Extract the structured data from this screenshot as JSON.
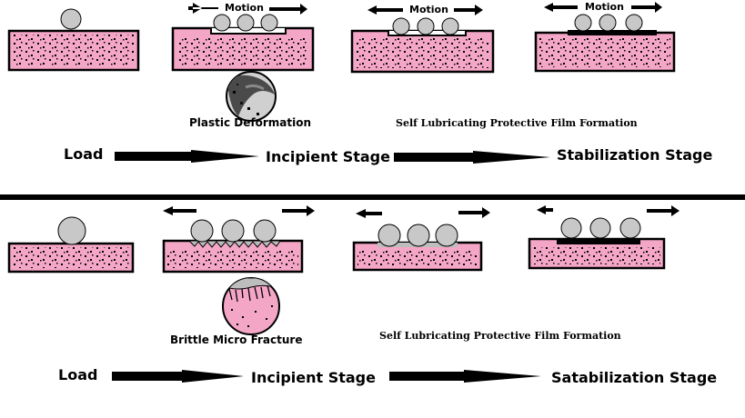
{
  "top": {
    "motion_labels": [
      "Motion",
      "Motion",
      "Motion"
    ],
    "inset_caption": "Plastic Deformation",
    "film_caption": "Self Lubricating Protective Film Formation",
    "flow": {
      "load": "Load",
      "incipient": "Incipient Stage",
      "final": "Stabilization Stage"
    }
  },
  "bottom": {
    "inset_caption": "Brittle Micro Fracture",
    "film_caption": "Self Lubricating Protective Film Formation",
    "flow": {
      "load": "Load",
      "incipient": "Incipient Stage",
      "final": "Satabilization Stage"
    }
  },
  "colors": {
    "matrix": "#f4a6c6",
    "ball": "#c8c8c8",
    "outline": "#000000",
    "background": "#ffffff"
  }
}
